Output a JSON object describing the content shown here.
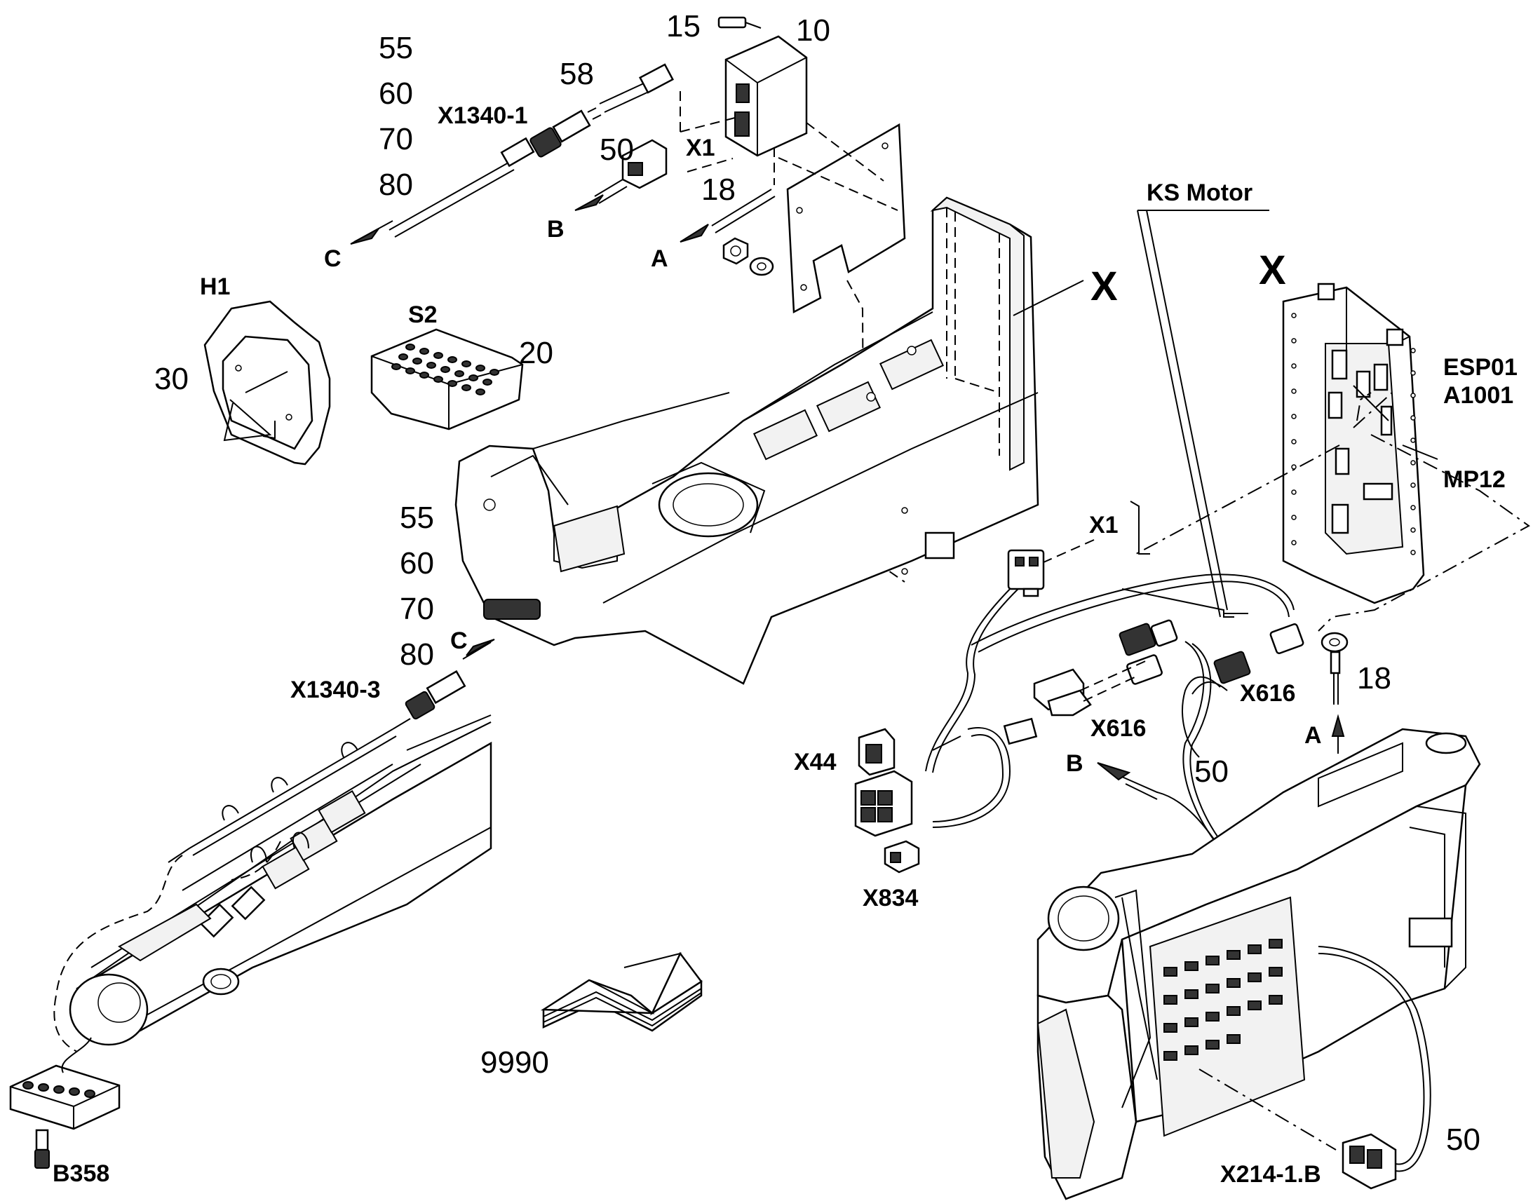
{
  "labels": {
    "top_stack_55": "55",
    "top_stack_60": "60",
    "top_stack_70": "70",
    "top_stack_80": "80",
    "n58": "58",
    "n15": "15",
    "n10": "10",
    "x1340_1": "X1340-1",
    "n50_top": "50",
    "x1_top": "X1",
    "n18_top": "18",
    "b_top": "B",
    "a_top": "A",
    "c_top": "C",
    "h1": "H1",
    "s2": "S2",
    "n30": "30",
    "n20": "20",
    "ks_motor": "KS Motor",
    "x_center": "X",
    "x_right": "X",
    "esp01": "ESP01",
    "a1001": "A1001",
    "mp12": "MP12",
    "x1_mid": "X1",
    "mid_stack_55": "55",
    "mid_stack_60": "60",
    "mid_stack_70": "70",
    "mid_stack_80": "80",
    "c_mid": "C",
    "x1340_3": "X1340-3",
    "x616_left": "X616",
    "x616_right": "X616",
    "n18_right": "18",
    "a_right": "A",
    "x44": "X44",
    "b_mid": "B",
    "n50_mid": "50",
    "x834": "X834",
    "n9990": "9990",
    "b358": "B358",
    "x214": "X214-1.B",
    "n50_bottom": "50"
  }
}
